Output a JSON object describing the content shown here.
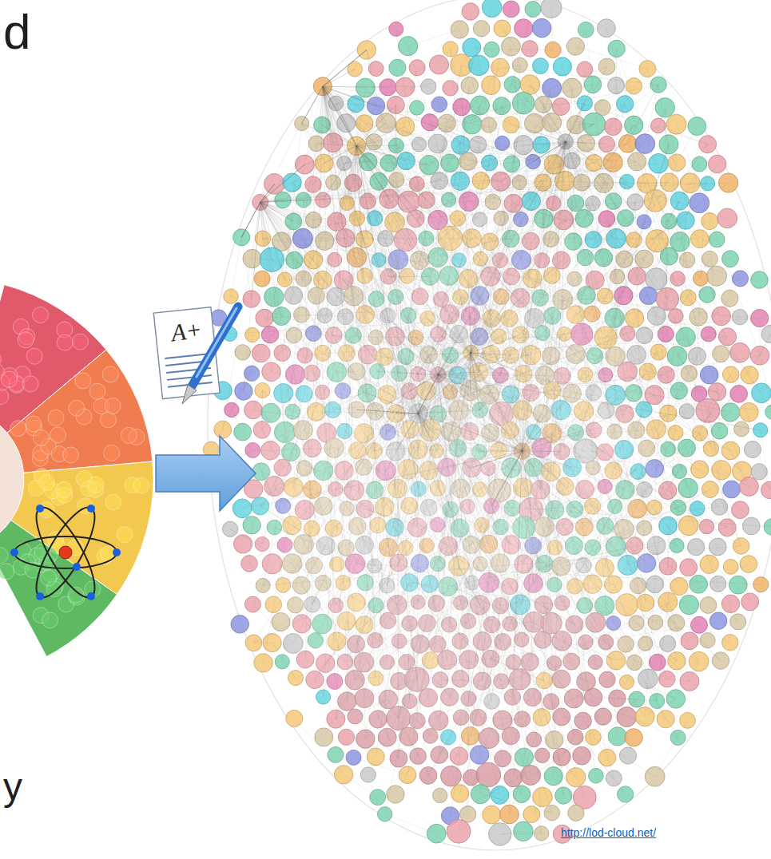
{
  "diagram": {
    "labels": [
      "d",
      "A+",
      "y",
      "http://lod-cloud.net/"
    ]
  }
}
